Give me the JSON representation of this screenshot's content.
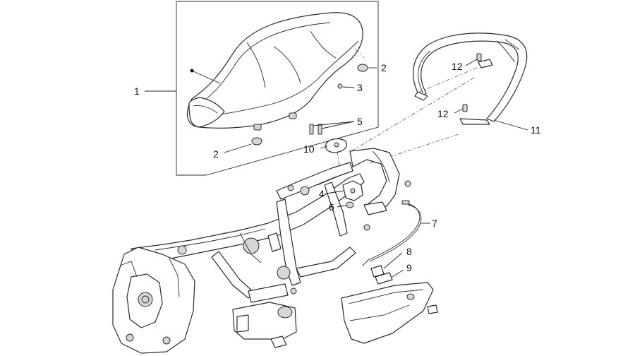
{
  "callouts": [
    {
      "id": "1",
      "text": "1"
    },
    {
      "id": "2a",
      "text": "2"
    },
    {
      "id": "3",
      "text": "3"
    },
    {
      "id": "2b",
      "text": "2"
    },
    {
      "id": "5",
      "text": "5"
    },
    {
      "id": "10",
      "text": "10"
    },
    {
      "id": "4",
      "text": "4"
    },
    {
      "id": "6",
      "text": "6"
    },
    {
      "id": "7",
      "text": "7"
    },
    {
      "id": "8",
      "text": "8"
    },
    {
      "id": "9",
      "text": "9"
    },
    {
      "id": "12a",
      "text": "12"
    },
    {
      "id": "12b",
      "text": "12"
    },
    {
      "id": "11",
      "text": "11"
    }
  ],
  "colors": {
    "line": "#2b2b2b",
    "fill": "#ffffff",
    "shade": "#d6d6d6"
  }
}
